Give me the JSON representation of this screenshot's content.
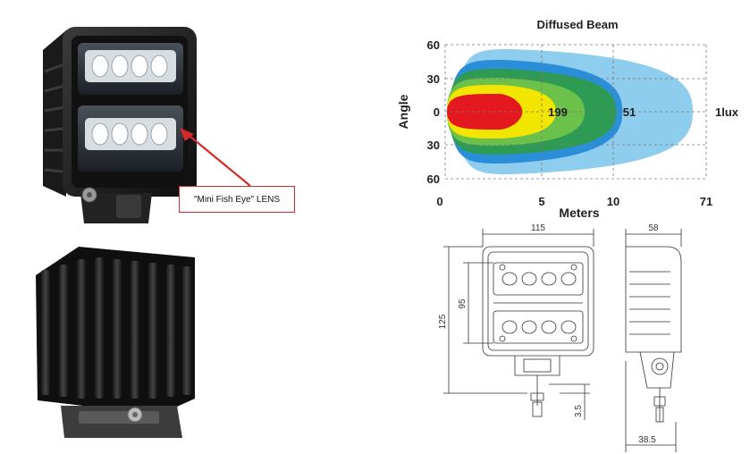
{
  "callout": {
    "label": "\"Mini Fish Eye\"  LENS",
    "color": "#d42a2a"
  },
  "chart_data": {
    "type": "area",
    "title": "Diffused Beam",
    "xlabel": "Meters",
    "ylabel": "Angle",
    "y_ticks": [
      "60",
      "30",
      "0",
      "30",
      "60"
    ],
    "x_ticks": [
      "0",
      "5",
      "10",
      "71"
    ],
    "zone_labels": [
      "199",
      "51",
      "1lux"
    ],
    "zones": [
      {
        "lux": "1lux",
        "reach_m": 71,
        "color": "#8fcdee"
      },
      {
        "lux": "",
        "reach_m": 16,
        "color": "#2a8fd8"
      },
      {
        "lux": "51",
        "reach_m": 12,
        "color": "#2e9b54"
      },
      {
        "lux": "",
        "reach_m": 8,
        "color": "#6cc14a"
      },
      {
        "lux": "199",
        "reach_m": 6,
        "color": "#f2e600"
      },
      {
        "lux": "",
        "reach_m": 4,
        "color": "#e3191f"
      }
    ],
    "grid": true
  },
  "dimensions": {
    "width": "115",
    "height_outer": "125",
    "height_inner": "95",
    "depth": "58",
    "mount_width": "38.5",
    "stud": "3.5"
  }
}
